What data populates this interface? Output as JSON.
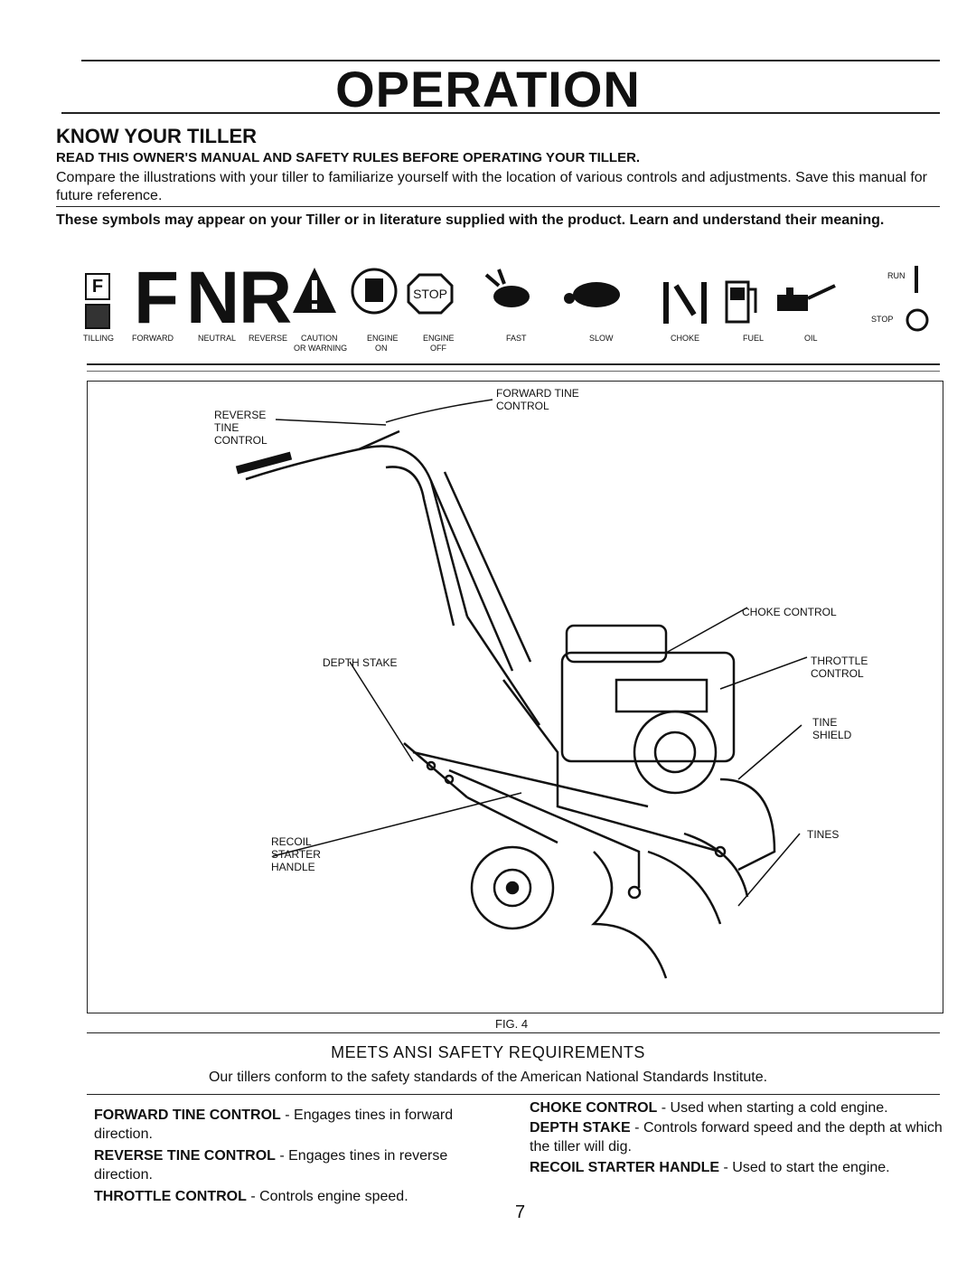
{
  "page": {
    "title": "OPERATION",
    "section_heading": "KNOW YOUR TILLER",
    "read_notice": "READ THIS OWNER'S MANUAL AND SAFETY RULES BEFORE OPERATING YOUR TILLER.",
    "compare_text": "Compare the illustrations with your tiller to familiarize yourself with the location of various controls and adjustments. Save this manual for future reference.",
    "symbols_text": "These symbols may appear on your Tiller or in literature supplied with the product. Learn and understand their meaning.",
    "page_number": "7"
  },
  "symbols": {
    "labels": {
      "tilling": "TILLING",
      "forward": "FORWARD",
      "neutral": "NEUTRAL",
      "reverse": "REVERSE",
      "caution_1": "CAUTION",
      "caution_2": "OR WARNING",
      "engine_on_1": "ENGINE",
      "engine_on_2": "ON",
      "engine_off_1": "ENGINE",
      "engine_off_2": "OFF",
      "fast": "FAST",
      "slow": "SLOW",
      "choke": "CHOKE",
      "fuel": "FUEL",
      "oil": "OIL",
      "run": "RUN",
      "stop": "STOP"
    },
    "glyphs": {
      "f": "F",
      "n": "N",
      "r": "R",
      "stop_sign": "STOP"
    }
  },
  "figure": {
    "callouts": {
      "forward_tine_control": "FORWARD TINE\nCONTROL",
      "reverse_tine_control": "REVERSE\nTINE\nCONTROL",
      "choke_control": "CHOKE CONTROL",
      "depth_stake": "DEPTH STAKE",
      "throttle_control": "THROTTLE\nCONTROL",
      "tine_shield": "TINE\nSHIELD",
      "recoil_starter_handle": "RECOIL\nSTARTER\nHANDLE",
      "tines": "TINES"
    },
    "caption": "FIG. 4"
  },
  "ansi": {
    "heading": "MEETS ANSI SAFETY REQUIREMENTS",
    "text": "Our tillers conform to the safety standards of the American National Standards Institute."
  },
  "descriptions": {
    "left": [
      {
        "term": "FORWARD TINE CONTROL",
        "text": " - Engages tines in forward direction."
      },
      {
        "term": "REVERSE TINE CONTROL",
        "text": " - Engages tines in reverse direction."
      },
      {
        "term": "THROTTLE CONTROL",
        "text": " - Controls engine speed."
      }
    ],
    "right": [
      {
        "term": "CHOKE CONTROL",
        "text": " - Used when starting a cold engine."
      },
      {
        "term": "DEPTH STAKE",
        "text": " - Controls forward speed and the depth at which the tiller will dig."
      },
      {
        "term": "RECOIL STARTER HANDLE",
        "text": " - Used to start the engine."
      }
    ]
  }
}
